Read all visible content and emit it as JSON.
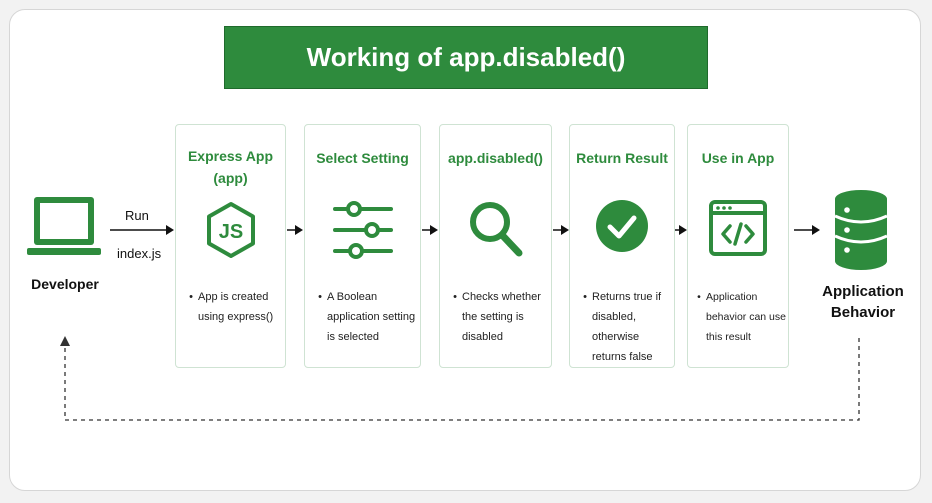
{
  "title": "Working of app.disabled()",
  "developer": {
    "label": "Developer"
  },
  "run": {
    "line1": "Run",
    "line2": "index.js"
  },
  "steps": [
    {
      "title": "Express App\n(app)",
      "icon": "nodejs-icon",
      "desc": "App is created using express()"
    },
    {
      "title": "Select Setting",
      "icon": "sliders-icon",
      "desc": "A Boolean application setting is selected"
    },
    {
      "title": "app.disabled()",
      "icon": "search-icon",
      "desc": "Checks whether the setting is disabled"
    },
    {
      "title": "Return Result",
      "icon": "check-circle-icon",
      "desc": "Returns true if disabled, otherwise returns false"
    },
    {
      "title": "Use in App",
      "icon": "code-window-icon",
      "desc": "Application behavior can use this result"
    }
  ],
  "application": {
    "label": "Application Behavior"
  },
  "colors": {
    "accent": "#2e8b3d",
    "border": "#cfe3d3"
  }
}
